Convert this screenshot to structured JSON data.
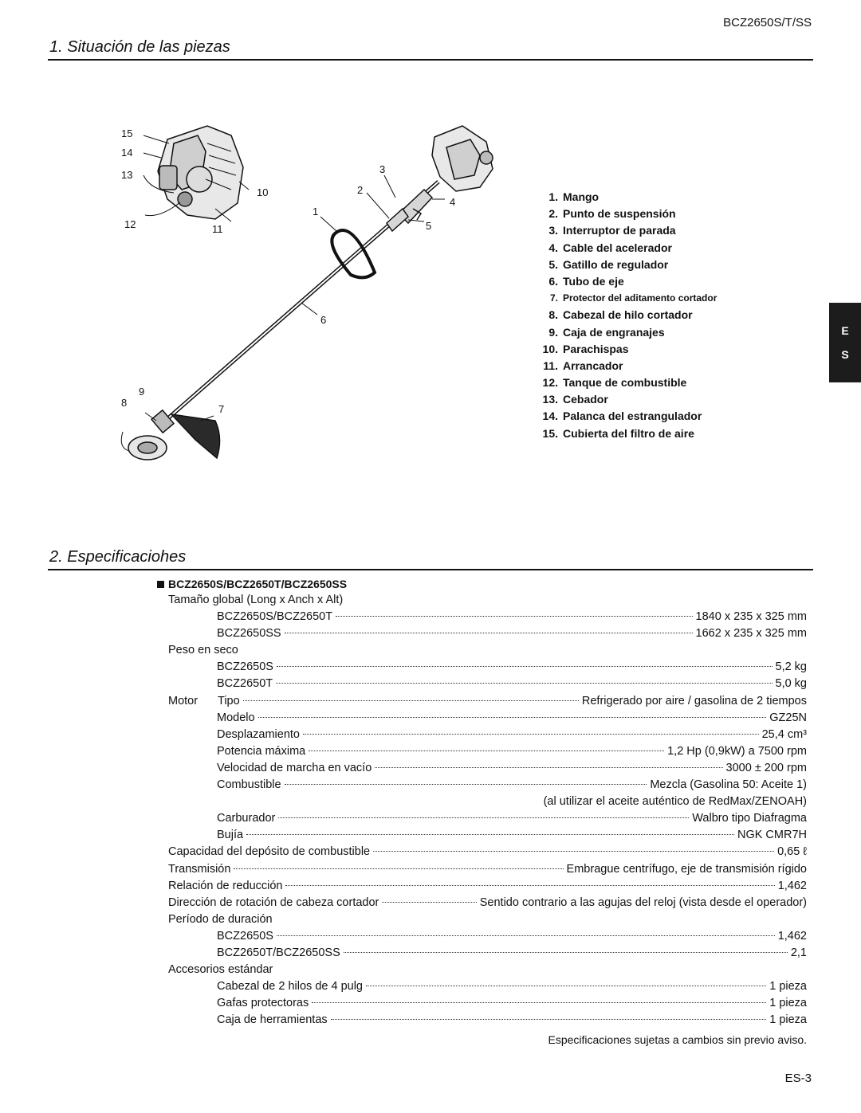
{
  "header": {
    "model_code": "BCZ2650S/T/SS"
  },
  "section1": {
    "title": "1. Situación de las piezas"
  },
  "section2": {
    "title": "2. Especificaciohes"
  },
  "side_tab": {
    "letters": [
      "E",
      "S"
    ]
  },
  "diagram": {
    "callouts": [
      "15",
      "14",
      "13",
      "12",
      "11",
      "10",
      "1",
      "2",
      "3",
      "4",
      "5",
      "6",
      "7",
      "8",
      "9"
    ]
  },
  "parts": [
    {
      "num": "1.",
      "label": "Mango"
    },
    {
      "num": "2.",
      "label": "Punto de suspensión"
    },
    {
      "num": "3.",
      "label": "Interruptor de parada"
    },
    {
      "num": "4.",
      "label": "Cable del acelerador"
    },
    {
      "num": "5.",
      "label": "Gatillo de regulador"
    },
    {
      "num": "6.",
      "label": "Tubo de eje"
    },
    {
      "num": "7.",
      "label": "Protector del aditamento cortador"
    },
    {
      "num": "8.",
      "label": "Cabezal de hilo cortador"
    },
    {
      "num": "9.",
      "label": "Caja de engranajes"
    },
    {
      "num": "10.",
      "label": "Parachispas"
    },
    {
      "num": "11.",
      "label": "Arrancador"
    },
    {
      "num": "12.",
      "label": "Tanque de combustible"
    },
    {
      "num": "13.",
      "label": "Cebador"
    },
    {
      "num": "14.",
      "label": "Palanca del estrangulador"
    },
    {
      "num": "15.",
      "label": "Cubierta del filtro de aire"
    }
  ],
  "specs": {
    "heading": "BCZ2650S/BCZ2650T/BCZ2650SS",
    "rows": [
      {
        "label": "Tamaño global (Long x Anch x Alt)"
      },
      {
        "label": "BCZ2650S/BCZ2650T",
        "value": "1840 x 235 x 325 mm",
        "indent": true
      },
      {
        "label": "BCZ2650SS",
        "value": "1662 x 235 x 325 mm",
        "indent": true
      },
      {
        "label": "Peso en seco"
      },
      {
        "label": "BCZ2650S",
        "value": "5,2 kg",
        "indent": true
      },
      {
        "label": "BCZ2650T",
        "value": "5,0 kg",
        "indent": true
      },
      {
        "prefix": "Motor",
        "label": "Tipo",
        "value": "Refrigerado por aire / gasolina de 2 tiempos"
      },
      {
        "label": "Modelo",
        "value": "GZ25N",
        "indent": true
      },
      {
        "label": "Desplazamiento",
        "value": "25,4 cm³",
        "indent": true
      },
      {
        "label": "Potencia máxima",
        "value": "1,2 Hp (0,9kW) a 7500 rpm",
        "indent": true
      },
      {
        "label": "Velocidad de marcha en vacío",
        "value": "3000 ± 200 rpm",
        "indent": true
      },
      {
        "label": "Combustible",
        "value": "Mezcla (Gasolina 50: Aceite 1)",
        "indent": true
      },
      {
        "value": "(al utilizar el aceite auténtico de RedMax/ZENOAH)",
        "value_only": true
      },
      {
        "label": "Carburador",
        "value": "Walbro tipo Diafragma",
        "indent": true
      },
      {
        "label": "Bujía",
        "value": "NGK CMR7H",
        "indent": true
      },
      {
        "label": "Capacidad del depósito de combustible",
        "value": "0,65 ℓ"
      },
      {
        "label": "Transmisión",
        "value": "Embrague centrífugo, eje de transmisión rígido"
      },
      {
        "label": "Relación de reducción",
        "value": "1,462"
      },
      {
        "label": "Dirección de rotación de cabeza cortador",
        "value": "Sentido contrario a las agujas del reloj (vista desde el operador)"
      },
      {
        "label": "Período de duración"
      },
      {
        "label": "BCZ2650S",
        "value": "1,462",
        "indent": true
      },
      {
        "label": "BCZ2650T/BCZ2650SS",
        "value": "2,1",
        "indent": true
      },
      {
        "label": "Accesorios estándar"
      },
      {
        "label": "Cabezal de 2 hilos de 4 pulg",
        "value": "1 pieza",
        "indent": true
      },
      {
        "label": "Gafas protectoras",
        "value": "1 pieza",
        "indent": true
      },
      {
        "label": "Caja de herramientas",
        "value": "1 pieza",
        "indent": true
      }
    ],
    "note": "Especificaciones sujetas a cambios sin previo aviso."
  },
  "footer": {
    "page_number": "ES-3"
  }
}
